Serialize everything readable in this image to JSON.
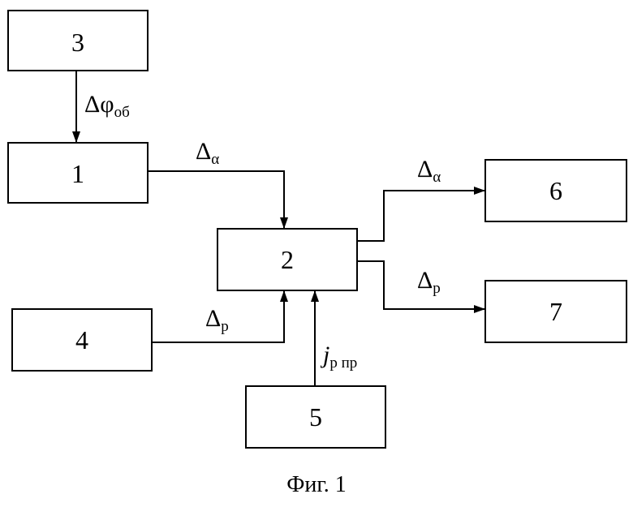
{
  "blocks": {
    "b1": "1",
    "b2": "2",
    "b3": "3",
    "b4": "4",
    "b5": "5",
    "b6": "6",
    "b7": "7"
  },
  "signals": {
    "phi_ob": {
      "symbol": "Δφ",
      "subscript": "об"
    },
    "alpha_in": {
      "symbol": "Δ",
      "subscript": "α"
    },
    "p_in": {
      "symbol": "Δ",
      "subscript": "р"
    },
    "j": {
      "symbol": "j",
      "subscript": "р пр"
    },
    "alpha_out": {
      "symbol": "Δ",
      "subscript": "α"
    },
    "p_out": {
      "symbol": "Δ",
      "subscript": "р"
    }
  },
  "caption": "Фиг. 1"
}
